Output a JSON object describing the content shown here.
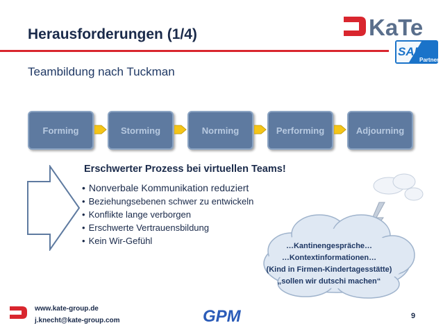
{
  "slide": {
    "title": "Herausforderungen (1/4)",
    "subtitle": "Teambildung nach Tuckman",
    "page_number": "9"
  },
  "logo": {
    "brand": "KaTe",
    "badge_main": "SAP",
    "badge_sub": "Partner"
  },
  "phases": [
    {
      "label": "Forming"
    },
    {
      "label": "Storming"
    },
    {
      "label": "Norming"
    },
    {
      "label": "Performing"
    },
    {
      "label": "Adjourning"
    }
  ],
  "content": {
    "heading": "Erschwerter Prozess bei virtuellen Teams!",
    "bullets": [
      "Nonverbale Kommunikation reduziert",
      "Beziehungsebenen schwer zu entwickeln",
      "Konflikte lange verborgen",
      "Erschwerte Vertrauensbildung",
      "Kein Wir-Gefühl"
    ]
  },
  "cloud": {
    "lines": [
      "…Kantinengespräche…",
      "…Kontextinformationen…",
      "(Kind in Firmen-Kindertagesstätte)",
      "„sollen wir dutschi machen“"
    ]
  },
  "footer": {
    "website": "www.kate-group.de",
    "email": "j.knecht@kate-group.com",
    "partner_logo": "GPM"
  },
  "colors": {
    "accent_red": "#d9262e",
    "box_fill": "#5e7aa0",
    "box_text": "#b7c9e0",
    "arrow_fill": "#f5c518",
    "text_dark": "#1a2a4a",
    "sap_blue": "#1a73c9",
    "cloud_fill": "#dfe8f3"
  }
}
